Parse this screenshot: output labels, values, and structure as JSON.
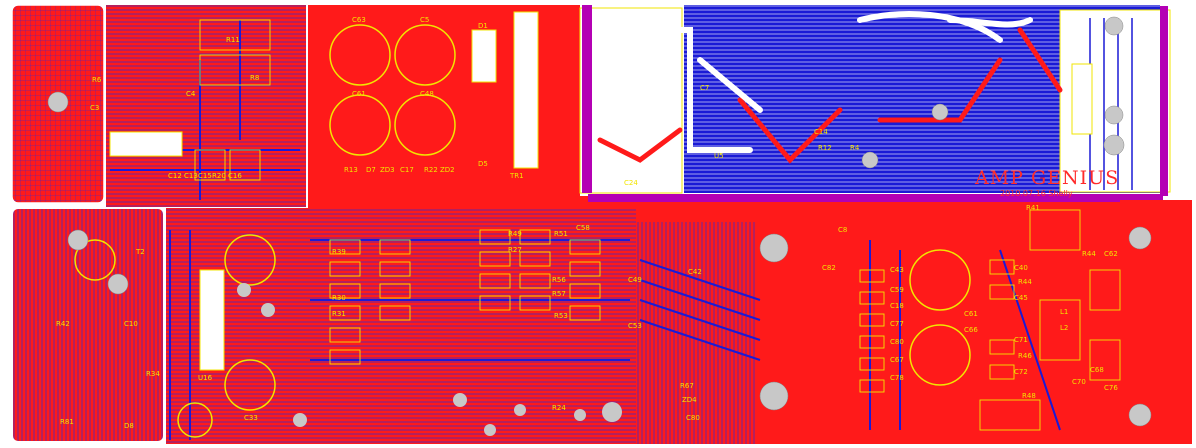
{
  "board": {
    "brand": "AMP GENIUS",
    "revision": "2010.07.16 Shelly",
    "colors": {
      "background": "#ffffff",
      "copper_top": "#ff1a1a",
      "copper_bottom": "#1a1ad6",
      "silkscreen": "#f2e600",
      "pad": "#c8c8c8",
      "keepout": "#b400b4"
    }
  },
  "designators": [
    "C63",
    "C5",
    "D1",
    "C61",
    "C48",
    "R13",
    "D7",
    "ZD3",
    "C17",
    "R22",
    "ZD2",
    "D5",
    "TR1",
    "C24",
    "R11",
    "C4",
    "R8",
    "C15",
    "R20",
    "C16",
    "C12",
    "C13",
    "C3",
    "R6",
    "C7",
    "U5",
    "C14",
    "R12",
    "R4",
    "C8",
    "C82",
    "C43",
    "C59",
    "C18",
    "C77",
    "C80",
    "C67",
    "C78",
    "C61",
    "C66",
    "C40",
    "R44",
    "C45",
    "C71",
    "R46",
    "C72",
    "R48",
    "R41",
    "L1",
    "L2",
    "C62",
    "R44",
    "C68",
    "C70",
    "C76",
    "T2",
    "R42",
    "C10",
    "R34",
    "R81",
    "D8",
    "C33",
    "U16",
    "R39",
    "R30",
    "R31",
    "R51",
    "R49",
    "R27",
    "R56",
    "R57",
    "R53",
    "C58",
    "R24",
    "C42",
    "C49",
    "C53",
    "R67",
    "ZD4",
    "C80"
  ]
}
